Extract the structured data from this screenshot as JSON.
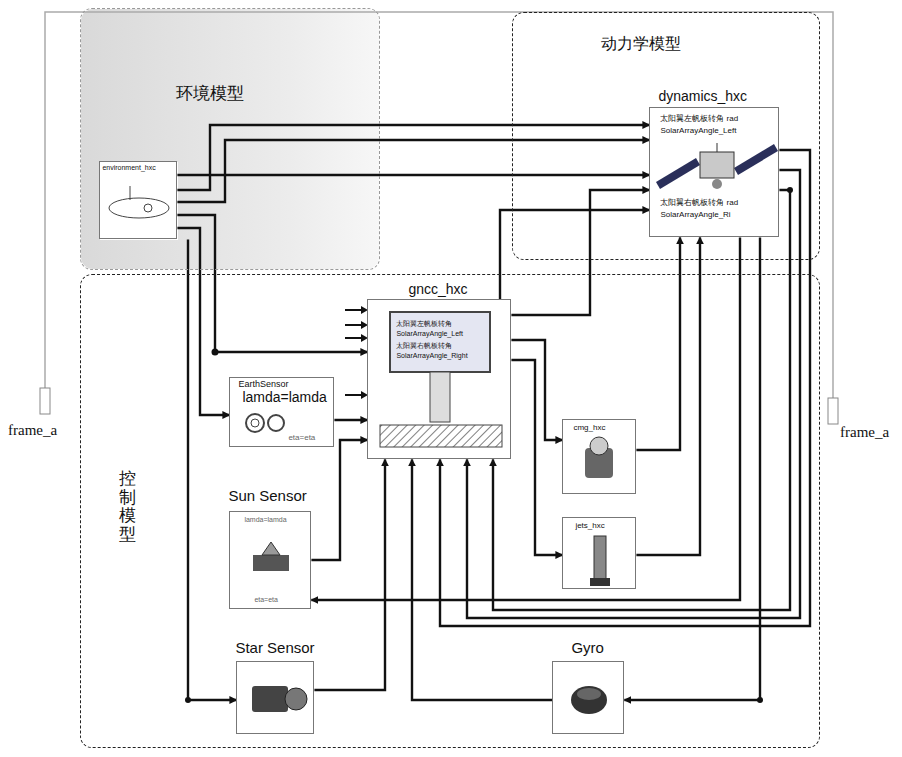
{
  "diagram": {
    "nodes": [
      {
        "text": [
          "环境模型"
        ]
      },
      {
        "text": [
          "environment_hxc"
        ],
        "in": 0
      },
      {
        "text": [
          "动力学模型"
        ]
      },
      {
        "text": [
          "dynamics_hxc",
          "太阳翼左帆板转角 rad",
          "SolarArrayAngle_Left",
          "太阳翼右帆板转角 rad",
          "SolarArrayAngle_Ri"
        ],
        "in": 2
      },
      {
        "text": [
          "控制模型"
        ]
      },
      {
        "text": [
          "gncc_hxc",
          "太阳翼左帆板转角",
          "SolarArrayAngle_Left",
          "太阳翼右帆板转角",
          "SolarArrayAngle_Right"
        ],
        "in": 4
      },
      {
        "text": [
          "EarthSensor",
          "lamda=lamda",
          "eta=eta"
        ],
        "in": 4
      },
      {
        "text": [
          "Sun Sensor",
          "lamda=lamda",
          "eta=eta"
        ],
        "in": 4
      },
      {
        "text": [
          "Star Sensor"
        ],
        "in": 4
      },
      {
        "text": [
          "cmg_hxc"
        ],
        "in": 4
      },
      {
        "text": [
          "jets_hxc"
        ],
        "in": 4
      },
      {
        "text": [
          "Gyro"
        ],
        "in": 4
      }
    ],
    "edges": [
      {
        "from": 1,
        "to": 3,
        "arrow": "to"
      },
      {
        "from": 1,
        "to": 3,
        "arrow": "to"
      },
      {
        "from": 1,
        "to": 3,
        "arrow": "to"
      },
      {
        "from": 1,
        "to": 5,
        "arrow": "to"
      },
      {
        "from": 1,
        "to": 6,
        "arrow": "to"
      },
      {
        "from": 1,
        "to": 8,
        "arrow": "to"
      },
      {
        "from": 6,
        "to": 5,
        "arrow": "to"
      },
      {
        "from": 7,
        "to": 5,
        "arrow": "to"
      },
      {
        "from": 8,
        "to": 5,
        "arrow": "to"
      },
      {
        "from": 11,
        "to": 5,
        "arrow": "to"
      },
      {
        "from": 5,
        "to": 9,
        "arrow": "to"
      },
      {
        "from": 5,
        "to": 10,
        "arrow": "to"
      },
      {
        "from": 5,
        "to": 3,
        "arrow": "to"
      },
      {
        "from": 5,
        "to": 3,
        "arrow": "to"
      },
      {
        "from": 9,
        "to": 3,
        "arrow": "to"
      },
      {
        "from": 10,
        "to": 3,
        "arrow": "to"
      },
      {
        "from": 3,
        "to": 5,
        "arrow": "to"
      },
      {
        "from": 3,
        "to": 5,
        "arrow": "to"
      },
      {
        "from": 3,
        "to": 5,
        "arrow": "to"
      },
      {
        "from": 3,
        "to": 7,
        "arrow": "to"
      },
      {
        "from": 3,
        "to": 11,
        "arrow": "to"
      }
    ],
    "labels": [
      "frame_a",
      "frame_a"
    ]
  }
}
